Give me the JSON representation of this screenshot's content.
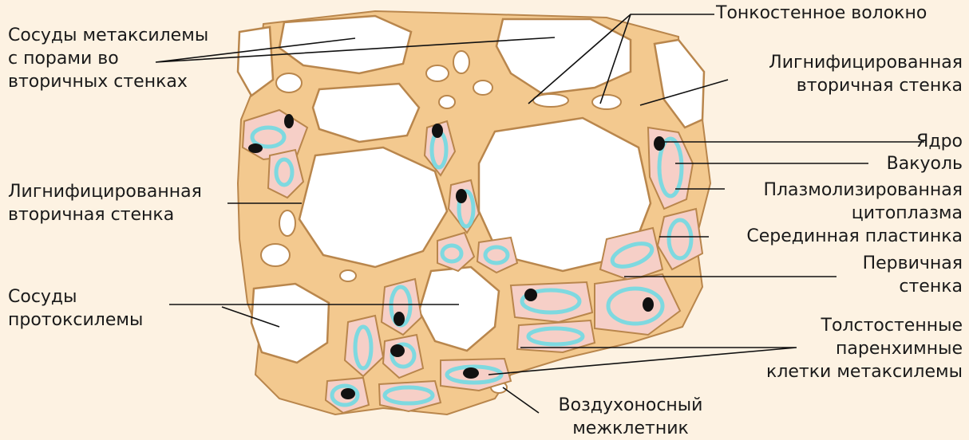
{
  "diagram": {
    "colors": {
      "background": "#fdf2e2",
      "wall": "#f3c98f",
      "wall_outline": "#b9864c",
      "lumen": "#ffffff",
      "cytoplasm": "#f6cfc7",
      "vacuole_outline": "#7ed9e0",
      "nucleus": "#111111",
      "leader": "#111111"
    },
    "labels": {
      "metaxylem_vessels": "Сосуды метаксилемы\nс порами во\nвторичных стенках",
      "thin_fiber": "Тонкостенное волокно",
      "lignified_wall_top": "Лигнифицированная\nвторичная стенка",
      "nucleus": "Ядро",
      "vacuole": "Вакуоль",
      "plasmolyzed": "Плазмолизированная\nцитоплазма",
      "lignified_wall_left": "Лигнифицированная\nвторичная стенка",
      "middle_lamella": "Серединная пластинка",
      "primary_wall": "Первичная\nстенка",
      "protoxylem": "Сосуды\nпротоксилемы",
      "parenchyma": "Толстостенные\nпаренхимные\nклетки метаксилемы",
      "air_space": "Воздухоносный\nмежклетник"
    }
  }
}
